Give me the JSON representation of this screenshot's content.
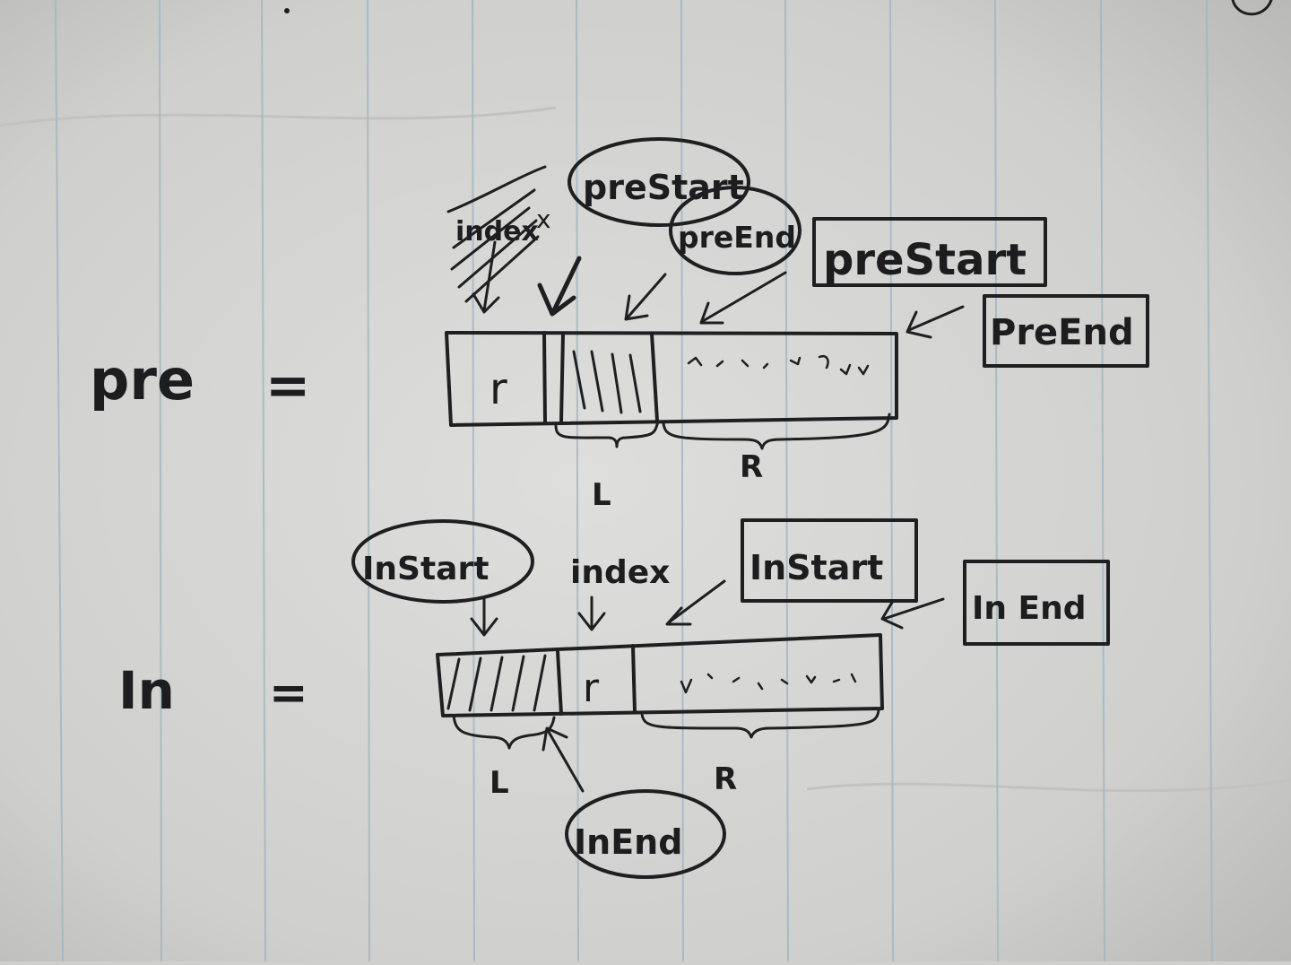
{
  "colors": {
    "paper": "#d4d4d2",
    "paper_shadow": "#b9b9b7",
    "rule_line": "#9fb6c4",
    "ink": "#1f1f22"
  },
  "pre_row": {
    "label": "pre",
    "equals": "=",
    "root_cell": "r",
    "left_label": "L",
    "right_label": "R",
    "crossed_word": "index",
    "crossed_mark": "x",
    "left_start": "preStart",
    "left_end": "preEnd",
    "right_start": "preStart",
    "right_end": "PreEnd"
  },
  "in_row": {
    "label": "In",
    "equals": "=",
    "root_cell": "r",
    "left_label": "L",
    "right_label": "R",
    "left_start": "InStart",
    "index": "index",
    "right_start": "InStart",
    "right_end": "In End",
    "left_end": "InEnd"
  }
}
